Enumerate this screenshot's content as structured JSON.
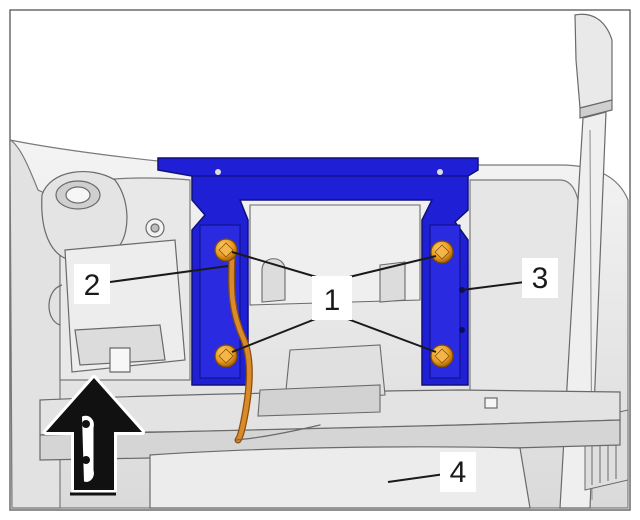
{
  "figure": {
    "callouts": [
      {
        "id": "1",
        "label": "1"
      },
      {
        "id": "2",
        "label": "2"
      },
      {
        "id": "3",
        "label": "3"
      },
      {
        "id": "4",
        "label": "4"
      }
    ],
    "colors": {
      "bracket_blue": "#1f1fd6",
      "bracket_dark": "#10107a",
      "bolt_orange": "#e89a1c",
      "wire_orange": "#d98a2a",
      "line_gray": "#5a5a5a",
      "panel_gray": "#ececec",
      "border": "#6b6b6b"
    },
    "direction_arrow_icon": "arrow-up-icon"
  }
}
